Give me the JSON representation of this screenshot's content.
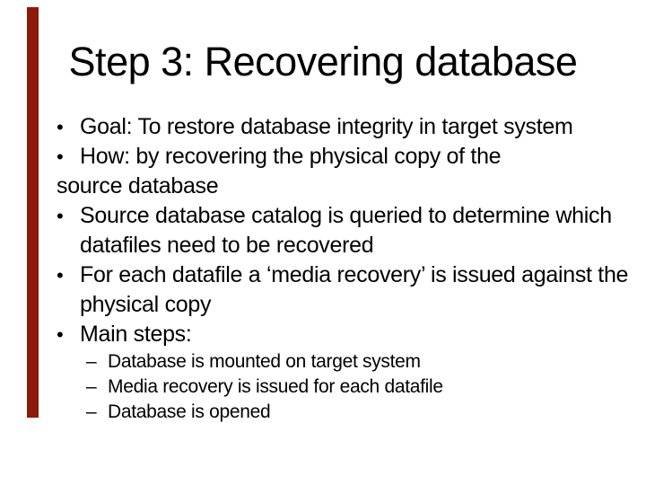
{
  "slide": {
    "title": "Step 3: Recovering database",
    "accent_bar_color": "#8B1A08",
    "bullet_char": "•",
    "dash_char": "–",
    "lines": [
      {
        "type": "bullet",
        "text": "Goal: To restore database integrity in target system"
      },
      {
        "type": "bullet",
        "text": "How: by recovering the physical copy of the"
      },
      {
        "type": "plain",
        "text": "source database"
      },
      {
        "type": "bullet",
        "text": "Source database catalog is queried to determine which"
      },
      {
        "type": "cont",
        "text": "datafiles need to be recovered"
      },
      {
        "type": "bullet",
        "text": "For each datafile a ‘media recovery’ is issued against the"
      },
      {
        "type": "cont",
        "text": "physical copy"
      },
      {
        "type": "bullet",
        "text": "Main steps:"
      },
      {
        "type": "sub",
        "text": "Database is mounted on target system"
      },
      {
        "type": "sub",
        "text": "Media recovery is issued for each datafile"
      },
      {
        "type": "sub",
        "text": "Database is opened"
      }
    ]
  }
}
